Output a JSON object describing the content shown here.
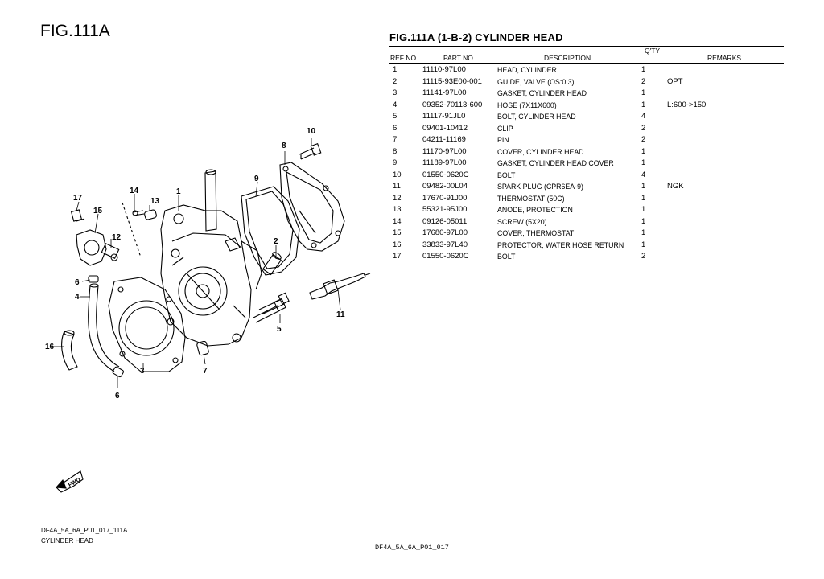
{
  "figure_label": "FIG.111A",
  "parts_title": "FIG.111A (1-B-2) CYLINDER HEAD",
  "columns": {
    "qty": "Q'TY",
    "ref_no": "REF NO.",
    "part_no": "PART NO.",
    "description": "DESCRIPTION",
    "remarks": "REMARKS"
  },
  "parts": [
    {
      "ref": "1",
      "part_no": "11110-97L00",
      "description": "HEAD, CYLINDER",
      "qty": "1",
      "remarks": ""
    },
    {
      "ref": "2",
      "part_no": "11115-93E00-001",
      "description": "GUIDE, VALVE (OS:0.3)",
      "qty": "2",
      "remarks": "OPT"
    },
    {
      "ref": "3",
      "part_no": "11141-97L00",
      "description": "GASKET, CYLINDER HEAD",
      "qty": "1",
      "remarks": ""
    },
    {
      "ref": "4",
      "part_no": "09352-70113-600",
      "description": "HOSE (7X11X600)",
      "qty": "1",
      "remarks": "L:600->150"
    },
    {
      "ref": "5",
      "part_no": "11117-91JL0",
      "description": "BOLT, CYLINDER HEAD",
      "qty": "4",
      "remarks": ""
    },
    {
      "ref": "6",
      "part_no": "09401-10412",
      "description": "CLIP",
      "qty": "2",
      "remarks": ""
    },
    {
      "ref": "7",
      "part_no": "04211-11169",
      "description": "PIN",
      "qty": "2",
      "remarks": ""
    },
    {
      "ref": "8",
      "part_no": "11170-97L00",
      "description": "COVER, CYLINDER HEAD",
      "qty": "1",
      "remarks": ""
    },
    {
      "ref": "9",
      "part_no": "11189-97L00",
      "description": "GASKET, CYLINDER HEAD COVER",
      "qty": "1",
      "remarks": ""
    },
    {
      "ref": "10",
      "part_no": "01550-0620C",
      "description": "BOLT",
      "qty": "4",
      "remarks": ""
    },
    {
      "ref": "11",
      "part_no": "09482-00L04",
      "description": "SPARK PLUG (CPR6EA-9)",
      "qty": "1",
      "remarks": "NGK"
    },
    {
      "ref": "12",
      "part_no": "17670-91J00",
      "description": "THERMOSTAT (50C)",
      "qty": "1",
      "remarks": ""
    },
    {
      "ref": "13",
      "part_no": "55321-95J00",
      "description": "ANODE, PROTECTION",
      "qty": "1",
      "remarks": ""
    },
    {
      "ref": "14",
      "part_no": "09126-05011",
      "description": "SCREW (5X20)",
      "qty": "1",
      "remarks": ""
    },
    {
      "ref": "15",
      "part_no": "17680-97L00",
      "description": "COVER, THERMOSTAT",
      "qty": "1",
      "remarks": ""
    },
    {
      "ref": "16",
      "part_no": "33833-97L40",
      "description": "PROTECTOR, WATER HOSE RETURN",
      "qty": "1",
      "remarks": ""
    },
    {
      "ref": "17",
      "part_no": "01550-0620C",
      "description": "BOLT",
      "qty": "2",
      "remarks": ""
    }
  ],
  "diagram": {
    "callouts": [
      "1",
      "2",
      "3",
      "4",
      "5",
      "6",
      "6",
      "7",
      "8",
      "9",
      "10",
      "11",
      "12",
      "13",
      "14",
      "15",
      "16",
      "17"
    ],
    "fwd_label": "FWD"
  },
  "footer": {
    "code": "DF4A_5A_6A_P01_017_111A",
    "name": "CYLINDER HEAD",
    "page": "DF4A_5A_6A_P01_017"
  }
}
